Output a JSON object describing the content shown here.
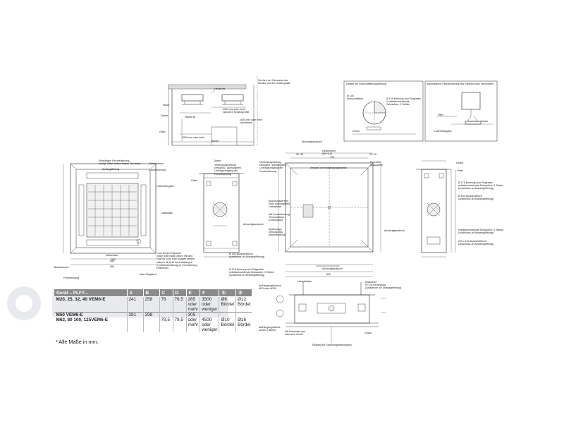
{
  "table": {
    "headers": [
      "Gerät – PLFY...",
      "A",
      "B",
      "C",
      "D",
      "E",
      "F",
      "①",
      "②"
    ],
    "rows": [
      {
        "model": "M20, 25, 32, 40 VEM6-E",
        "a": "241",
        "b": "258",
        "c": "76",
        "d": "76,5",
        "e": "265",
        "f": "3500\noder\nweniger",
        "g": "Ø6\nBördel",
        "h": "Ø12\nBördel",
        "f2": "oder\nmehr"
      },
      {
        "model": "M50 VEM6-E",
        "a": "281",
        "b": "298",
        "c": "",
        "d": "",
        "e": "305",
        "f": "",
        "g": "",
        "h": ""
      },
      {
        "model": "M63, 80 100, 125VEM6-E",
        "a": "",
        "b": "",
        "c": "79,5",
        "d": "79,5",
        "e": "oder\nmehr",
        "f": "4500\noder\nweniger",
        "g": "Ø10\nBördel",
        "h": "Ø16\nBördel"
      }
    ]
  },
  "footnote": "* Alle Maße in mm.",
  "labels": {
    "top1_a": "Zeichen der Oberseite des\nGeräts und der Deckenplatte",
    "top1_b": "Decke",
    "top1_c": "Wand",
    "top1_d": "Gitter",
    "top1_e": "Hindernis",
    "top1_f": "1500 mm oder mehr",
    "top1_g": "1000 mm oder mehr",
    "top1_h": "2500 mm oder mehr\nvom Boden",
    "top1_i": "Boden",
    "top1_j": "Seitenfläche",
    "top1_k": "Hindernis",
    "top1_l": "3000 mm oder mehr\nzwischen hinsetzgeräte",
    "top1_m": "Höhe zur\nDecke",
    "box1_title": "Details der Frischluftleitungsöffnung",
    "box1_a": "Ø 100\nAusschnittloch",
    "box1_b": "Ø 125 Bohrung zum Entgraten\n4 selbstschneidende\nSchrauben: 3 Stellen",
    "box1_c": "Decke",
    "box2_title": "automatische Filteranhebung des Paneels nach oben/unten",
    "box2_a": "Filter",
    "box2_b": "Luftentrittsgitter",
    "box2_c": "Decke",
    "v1_a": "Einpfängen Fernbedienung\n(einige Gitter haben diesen Teil nicht)",
    "v1_b": "Ansaugöffnung",
    "v1_c": "Eckenfenster",
    "v1_d": "Lamellenmotor",
    "v1_e": "Luftentrittsgitter",
    "v1_f": "Luftauslaß",
    "v1_g": "Ablaufbuchse",
    "v1_h": "Wolksfolch",
    "v1_i": "Auto-Flügelrad",
    "v1_j": "Fernmessung",
    "v1_k": "<-see Sensor-Eckpaneel\nEinige Gitter haben diesen Teil nicht.\nKann bis in die Ecke installiert werden;\nauffen in die Ecke der Ausfaßtreppe\n(Funktionseinstellung per Fernbedienung\nerforderlich)",
    "v1_d950": "950",
    "v1_d840": "840",
    "v1_d530": "530",
    "v2_a": "Decke",
    "v2_b": "Gitter",
    "v2_c": "Verbindungsleitung\nkreisgröß / Aufhängeteil,\nLeitungsumgang der\nFernbedienung",
    "v2_d": "Ø 150 Ausschnittloch\n(Anschluss an Abzweigöffnung)",
    "v2_e": "Ø 175 Bohrung zum Entgraten\nselbstschneidende Schrauben: 4 Stellen\n(Anschluss an Abzweigöffnung)",
    "v3_title": "Abzweigkanalloch",
    "v3_a": "Deckenloch\n860~910",
    "v3_b": "Abstand der Aufhängungsbolzen",
    "v3_c": "Frischluft-\nansaugloch",
    "v3_d": "Verbindungsleitung\nkreisgröß / Aufhängeteil,\nLeitungsumgang der\nFernbedienung",
    "v3_e": "Anschlussbereich\n(vom Aufhängeteil)\nLeiterplatte",
    "v3_f": "Mit Fernbedienung\nTerminalblock\n(Leiterplatte)",
    "v3_g": "Spannungs-\nversorgungs-\nKlemmenblock",
    "v3_h": "Abzweigkanalloch",
    "v3_i": "Abstand der Aufhängungsbolzen",
    "v3_j": "Abzweigkanalloch",
    "v3_d796": "796",
    "v3_d840": "840",
    "v3_d2045a": "20~45",
    "v3_d2045b": "20~45",
    "v4_a": "Decke",
    "v4_b": "Gitter",
    "v4_c": "Ø 175 Bohrung zum Entgraten\nselbstschneidende Schrauben: 4 Stellen\n(Anschluss an Abzweigöffnung)",
    "v4_d": "Ø 150 Ausschnittloch\n(Anschluss an Abzweigöffnung)",
    "v4_e": "selbstschneidende Schrauben: 4 Stellen\n(Anschluss an Abzweigöffnung)",
    "v4_f": "200 x 100 Ausschnittloch\n(Anschluss an Abzweigöffnung)",
    "v5_a": "Aufhängungsbolzen\nM10 oder W3/8",
    "v5_b": "Hauptdeckel",
    "v5_c": "Ablaufrohr\nVP-25-Verbindung\n(Ablaufrohr zur Drainageleitung)",
    "v5_d": "Aufhängungsfläche\n(untere Fläche)",
    "v5_e": "die Unterseite des\noder dem Gerät",
    "v5_f": "Eingang für Spannungsversorgung",
    "v5_g": "Decke",
    "v5_h": "Decke"
  },
  "colors": {
    "line": "#222222",
    "header_bg": "#8a8a8a",
    "watermark": "#9aa3b5"
  }
}
